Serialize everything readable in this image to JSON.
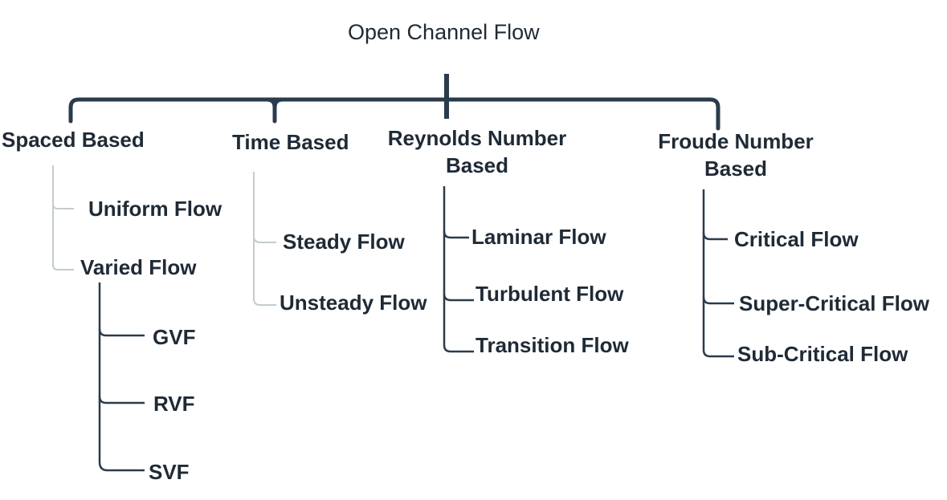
{
  "title": "Open Channel Flow",
  "colors": {
    "main": "#2a3b4c",
    "light": "#c3ccce",
    "text": "#1f2a36"
  },
  "categories": [
    {
      "label": "Spaced Based",
      "children": [
        "Uniform Flow",
        "Varied Flow"
      ],
      "subchildren": [
        "GVF",
        "RVF",
        "SVF"
      ]
    },
    {
      "label": "Time Based",
      "children": [
        "Steady Flow",
        "Unsteady Flow"
      ]
    },
    {
      "label_line1": "Reynolds Number",
      "label_line2": "Based",
      "children": [
        "Laminar Flow",
        "Turbulent Flow",
        "Transition Flow"
      ]
    },
    {
      "label_line1": "Froude Number",
      "label_line2": "Based",
      "children": [
        "Critical Flow",
        "Super-Critical Flow",
        "Sub-Critical Flow"
      ]
    }
  ]
}
